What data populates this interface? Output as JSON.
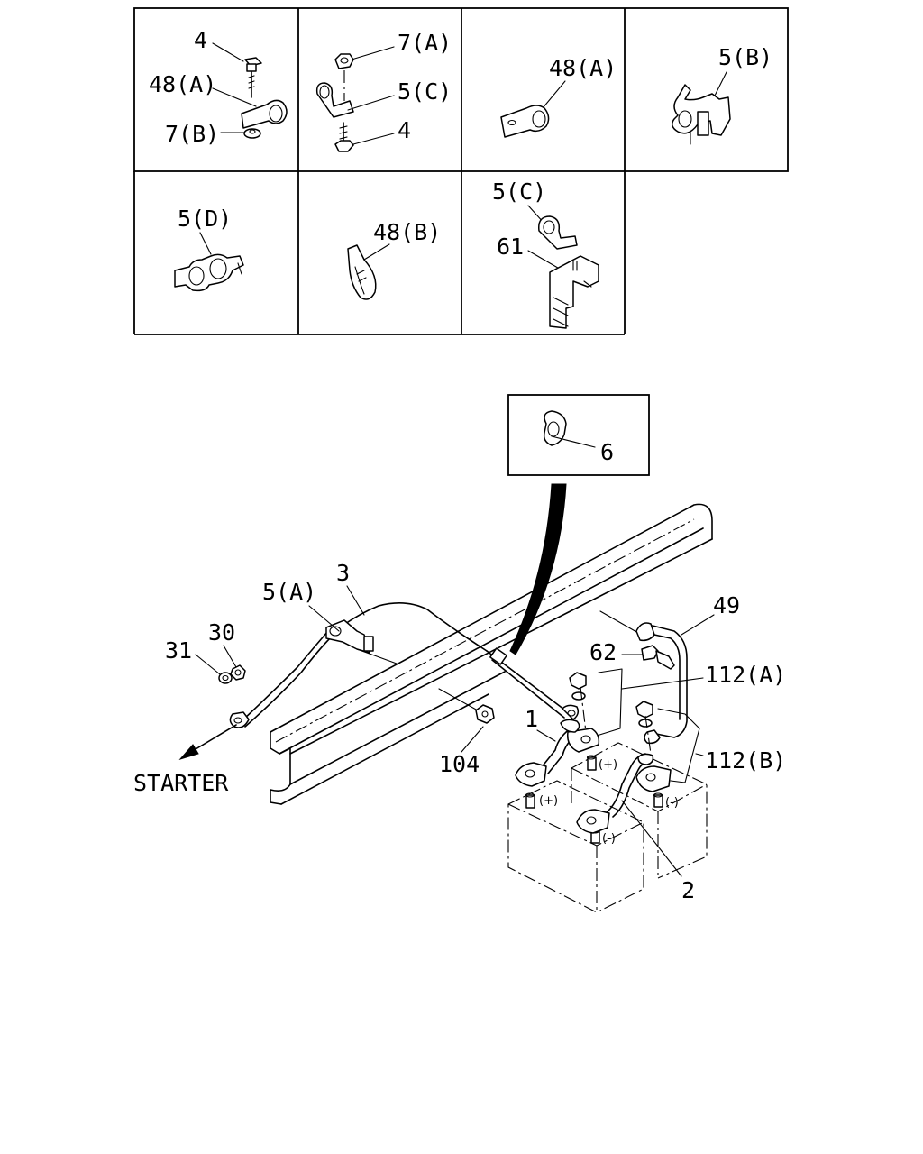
{
  "grid_cells": {
    "c1": {
      "labels": [
        "4",
        "48(A)",
        "7(B)"
      ]
    },
    "c2": {
      "labels": [
        "7(A)",
        "5(C)",
        "4"
      ]
    },
    "c3": {
      "labels": [
        "48(A)"
      ]
    },
    "c4": {
      "labels": [
        "5(B)"
      ]
    },
    "c5": {
      "labels": [
        "5(D)"
      ]
    },
    "c6": {
      "labels": [
        "48(B)"
      ]
    },
    "c7": {
      "labels": [
        "5(C)",
        "61"
      ]
    }
  },
  "inset": {
    "label": "6"
  },
  "main": {
    "labels": {
      "l3": "3",
      "l5a": "5(A)",
      "l30": "30",
      "l31": "31",
      "l49": "49",
      "l62": "62",
      "l112a": "112(A)",
      "l112b": "112(B)",
      "l1": "1",
      "l104": "104",
      "l2": "2",
      "starter": "STARTER"
    },
    "terminal_marks": {
      "plus": "(+)",
      "minus": "(-)"
    }
  }
}
